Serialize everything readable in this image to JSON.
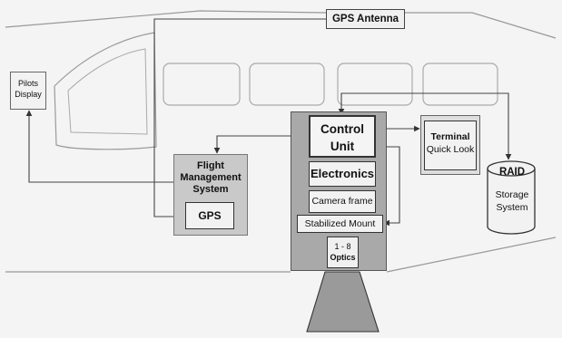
{
  "labels": {
    "gps_antenna": "GPS Antenna",
    "pilots_display": [
      "Pilots",
      "Display"
    ],
    "flight_management_system": [
      "Flight",
      "Management",
      "System"
    ],
    "gps": "GPS",
    "control_unit": [
      "Control",
      "Unit"
    ],
    "electronics": "Electronics",
    "camera_frame": "Camera frame",
    "stabilized_mount": "Stabilized Mount",
    "optics_range": "1 - 8",
    "optics": "Optics",
    "terminal": "Terminal",
    "quick_look": "Quick Look",
    "raid": "RAID",
    "storage_system": [
      "Storage",
      "System"
    ]
  },
  "colors": {
    "background": "#f4f4f4",
    "fms_panel": "#c9c9c9",
    "electronics_panel": "#a9a9a9",
    "terminal_panel": "#dedede",
    "lens": "#9a9a9a",
    "lines": "#333333"
  }
}
